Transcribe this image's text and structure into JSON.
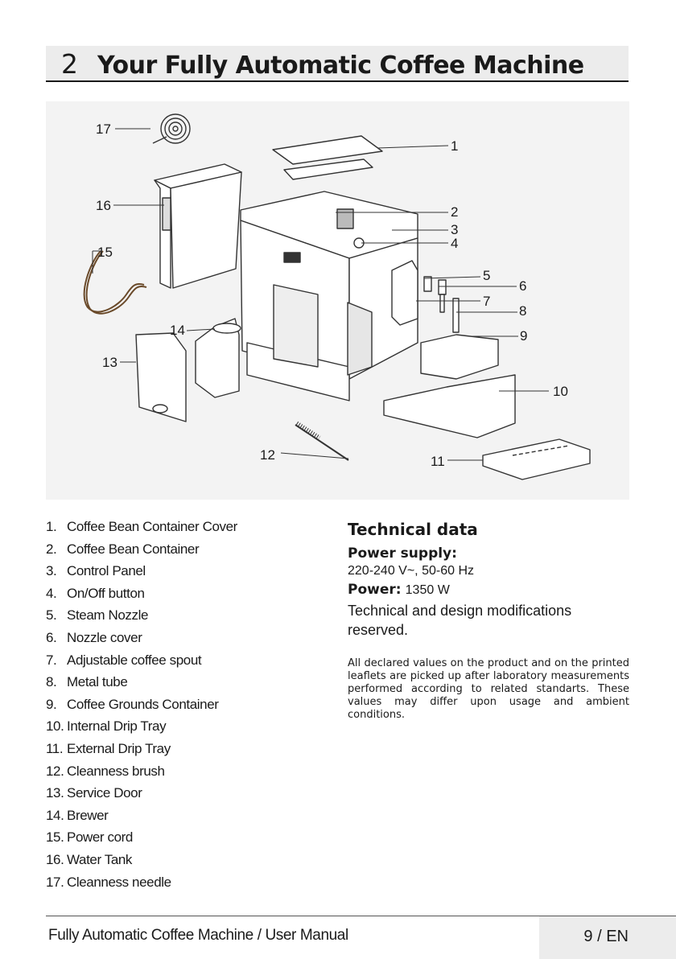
{
  "header": {
    "section_number": "2",
    "title": "Your Fully Automatic Coffee Machine"
  },
  "figure": {
    "callouts": [
      "1",
      "2",
      "3",
      "4",
      "5",
      "6",
      "7",
      "8",
      "9",
      "10",
      "11",
      "12",
      "13",
      "14",
      "15",
      "16",
      "17"
    ]
  },
  "parts": [
    {
      "num": "1.",
      "label": "Coffee Bean Container Cover"
    },
    {
      "num": "2.",
      "label": "Coffee Bean Container"
    },
    {
      "num": "3.",
      "label": "Control Panel"
    },
    {
      "num": "4.",
      "label": "On/Off button"
    },
    {
      "num": "5.",
      "label": "Steam Nozzle"
    },
    {
      "num": "6.",
      "label": "Nozzle cover"
    },
    {
      "num": "7.",
      "label": "Adjustable coffee spout"
    },
    {
      "num": "8.",
      "label": "Metal tube"
    },
    {
      "num": "9.",
      "label": "Coffee Grounds Container"
    },
    {
      "num": "10.",
      "label": "Internal Drip Tray"
    },
    {
      "num": "11.",
      "label": "External Drip Tray"
    },
    {
      "num": "12.",
      "label": "Cleanness brush"
    },
    {
      "num": "13.",
      "label": "Service Door"
    },
    {
      "num": "14.",
      "label": "Brewer"
    },
    {
      "num": "15.",
      "label": "Power cord"
    },
    {
      "num": "16.",
      "label": "Water Tank"
    },
    {
      "num": "17.",
      "label": "Cleanness needle"
    }
  ],
  "technical": {
    "title": "Technical data",
    "power_supply_label": "Power supply:",
    "power_supply_value": "220-240 V~, 50-60 Hz",
    "power_label": "Power:",
    "power_value": "1350 W",
    "note": "Technical and design modifications reserved.",
    "disclaimer": "All declared values on the product and on the printed leaflets are picked up after laboratory measurements performed according to related standarts. These values may differ upon usage and ambient conditions."
  },
  "footer": {
    "manual_title": "Fully Automatic Coffee Machine / User Manual",
    "page": "9 / EN"
  }
}
